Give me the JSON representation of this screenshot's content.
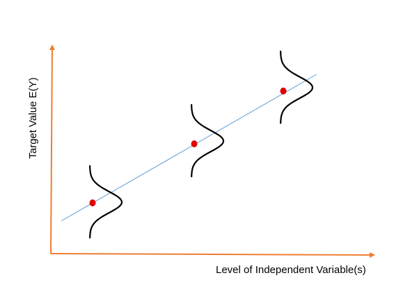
{
  "diagram": {
    "axes": {
      "color": "#ED7D31",
      "x_title": "Level of Independent Variable(s)",
      "y_title": "Target Value E(Y)"
    },
    "fit_line": {
      "color": "#5B9BD5"
    },
    "points": {
      "color": "#E00000",
      "count": 3
    },
    "distributions": {
      "color": "#000000",
      "count": 3
    }
  }
}
